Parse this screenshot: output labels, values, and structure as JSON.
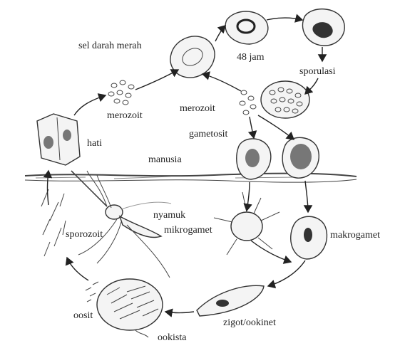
{
  "labels": {
    "sel_darah_merah": "sel darah merah",
    "jam48": "48 jam",
    "sporulasi": "sporulasi",
    "merozoit_left": "merozoit",
    "merozoit_right": "merozoit",
    "hati": "hati",
    "gametosit": "gametosit",
    "manusia": "manusia",
    "nyamuk": "nyamuk",
    "mikrogamet": "mikrogamet",
    "makrogamet": "makrogamet",
    "sporozoit": "sporozoit",
    "oosit": "oosit",
    "zigot_ookinet": "zigot/ookinet",
    "ookista": "ookista"
  }
}
